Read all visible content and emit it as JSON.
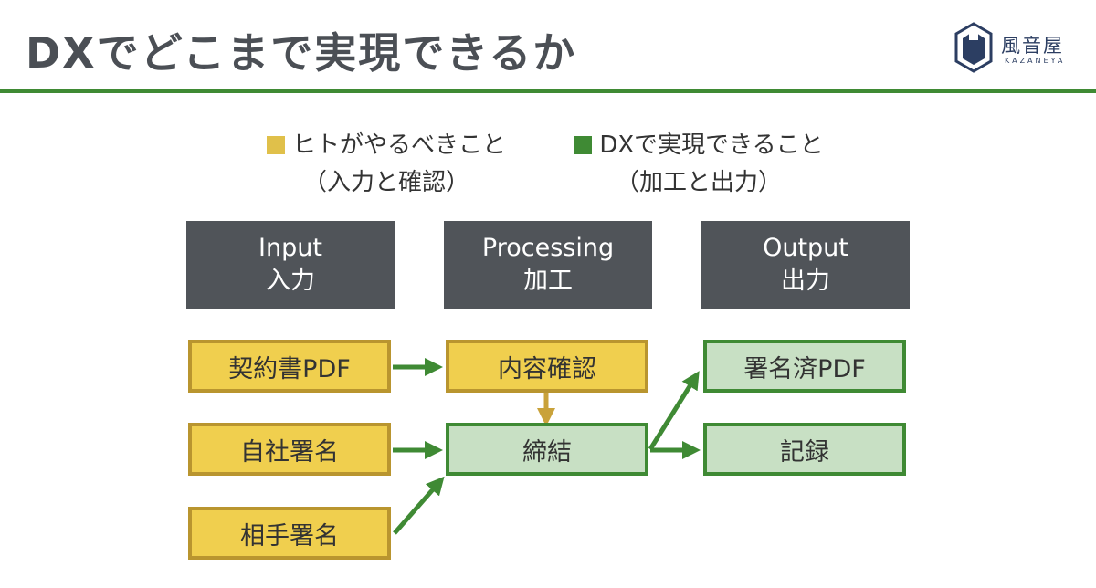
{
  "title": "DXでどこまで実現できるか",
  "logo": {
    "name": "風音屋",
    "sub": "KAZANEYA"
  },
  "colors": {
    "accent": "#3f8a34",
    "human_fill": "#f0cf4e",
    "human_border": "#b9952f",
    "dx_fill": "#c8e0c4",
    "header_bg": "#505459"
  },
  "legend": [
    {
      "line1": "ヒトがやるべきこと",
      "line2": "（入力と確認）",
      "color": "#f0cf4e"
    },
    {
      "line1": "DXで実現できること",
      "line2": "（加工と出力）",
      "color": "#3f8a34"
    }
  ],
  "headers": [
    {
      "en": "Input",
      "ja": "入力"
    },
    {
      "en": "Processing",
      "ja": "加工"
    },
    {
      "en": "Output",
      "ja": "出力"
    }
  ],
  "boxes": {
    "contract_pdf": "契約書PDF",
    "own_signature": "自社署名",
    "partner_signature": "相手署名",
    "content_check": "内容確認",
    "conclusion": "締結",
    "signed_pdf": "署名済PDF",
    "record": "記録"
  }
}
